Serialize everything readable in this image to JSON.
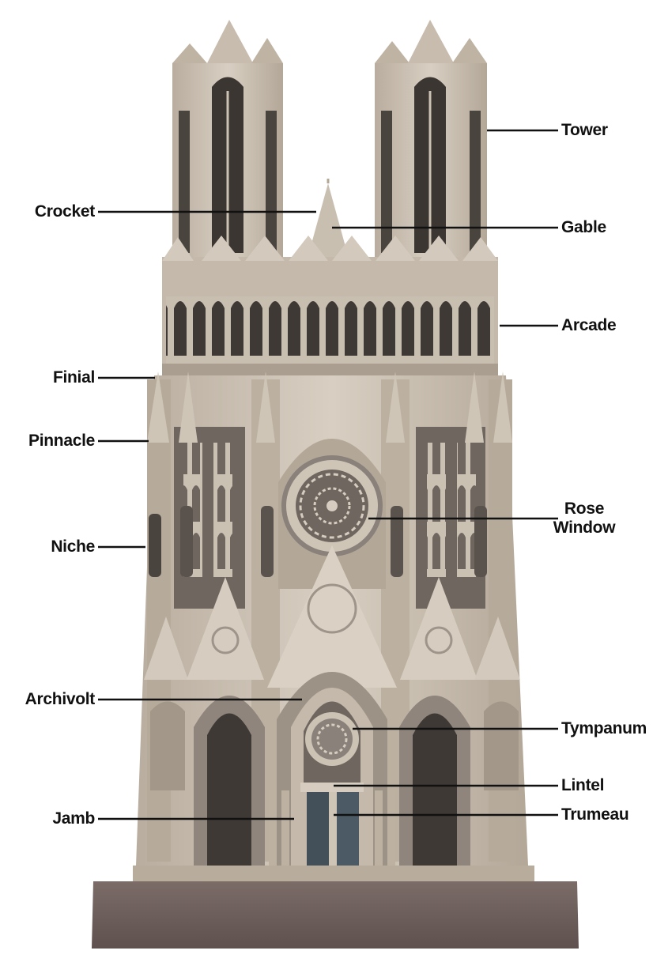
{
  "diagram": {
    "labels": {
      "tower": "Tower",
      "crocket": "Crocket",
      "gable": "Gable",
      "arcade": "Arcade",
      "finial": "Finial",
      "pinnacle": "Pinnacle",
      "rose_window_line1": "Rose",
      "rose_window_line2": "Window",
      "niche": "Niche",
      "archivolt": "Archivolt",
      "tympanum": "Tympanum",
      "lintel": "Lintel",
      "jamb": "Jamb",
      "trumeau": "Trumeau"
    }
  },
  "colors": {
    "stone": "#cdc3b4",
    "stone_dark": "#9f948a",
    "shadow": "#4a4440",
    "base": "#6e5f5c",
    "leader": "#111111",
    "text": "#111111"
  }
}
